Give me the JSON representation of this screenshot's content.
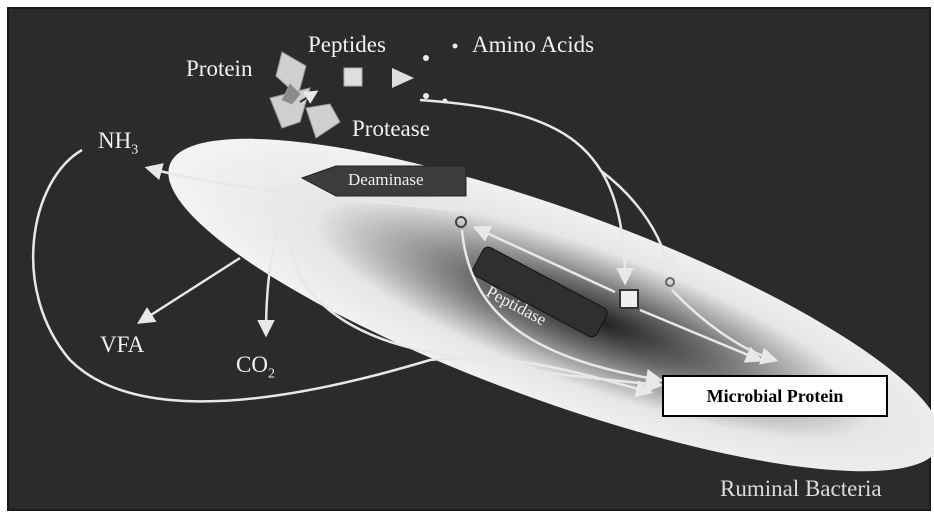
{
  "labels": {
    "protein": "Protein",
    "peptides": "Peptides",
    "amino_acids": "Amino Acids",
    "protease": "Protease",
    "nh3_main": "NH",
    "nh3_sub": "3",
    "deaminase": "Deaminase",
    "peptidase": "Peptidase",
    "vfa": "VFA",
    "co2_main": "CO",
    "co2_sub": "2",
    "microbial_protein": "Microbial Protein",
    "ruminal_bacteria": "Ruminal Bacteria"
  },
  "colors": {
    "background": "#2b2b2b",
    "cell_light": "#f4f4f4",
    "cell_dark": "#3a3a3a",
    "arrow": "#e8e8e8"
  }
}
